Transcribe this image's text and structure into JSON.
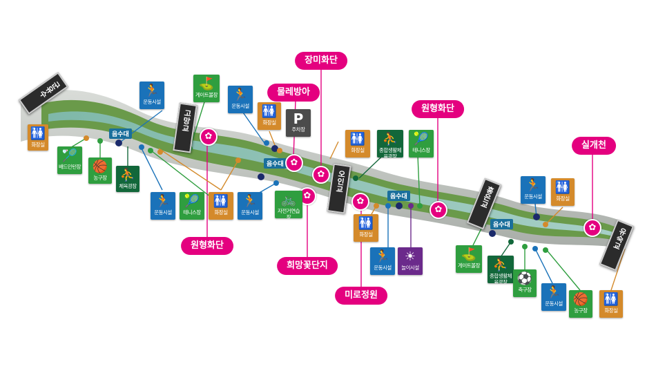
{
  "labels": {
    "jangmi": "장미화단",
    "mulle": "물레방아",
    "wonhyeong_top": "원형화단",
    "wonhyeong_bottom": "원형화단",
    "huimang": "희망꽃단지",
    "miro": "미로정원",
    "silgae": "실개천"
  },
  "bridges": {
    "b1": "군유수",
    "b2": "고망교",
    "b3": "오인교",
    "b4": "홍은교",
    "b5": "유숙교"
  },
  "stages": {
    "s1": "음수대",
    "s2": "음수대",
    "s3": "음수대",
    "s4": "음수대"
  },
  "icons": {
    "toilet": "화장실",
    "exercise": "운동시설",
    "gateball": "게이트볼장",
    "parking": "주차장",
    "parking_letter": "P",
    "tennis": "테니스장",
    "badminton": "배드민턴장",
    "basketball": "농구장",
    "sports_complex": "체육광장",
    "sports_center": "종합생활체육광장",
    "bicycle": "자전거연습장",
    "play": "놀이시설",
    "soccer": "축구장"
  },
  "colors": {
    "magenta": "#e4007f",
    "blue": "#1a72b9",
    "orange": "#d48a2b",
    "green": "#2f9e3f",
    "dark_green": "#12673a",
    "purple": "#6b2a8b",
    "river": "#8ec3b4"
  }
}
